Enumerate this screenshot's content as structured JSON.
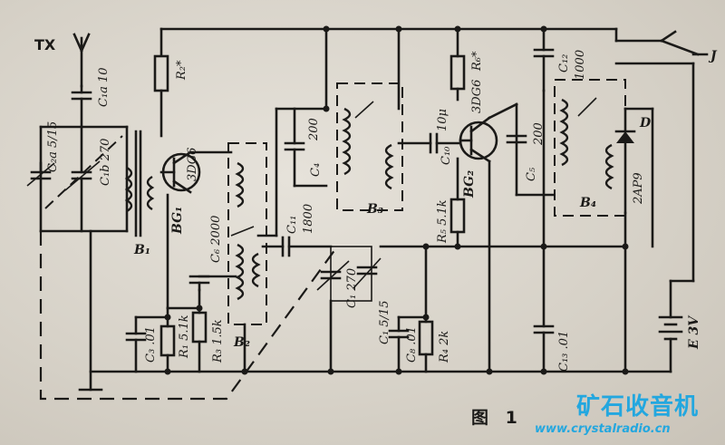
{
  "figure": {
    "caption": "图 1",
    "watermark_title": "矿石收音机",
    "watermark_url": "www.crystalradio.cn"
  },
  "labels": {
    "antenna": "TX",
    "c1a": "C₁a 10",
    "c1b": "C₁b 270",
    "c2a": "C₂a 5/15",
    "b1": "B₁",
    "bg1": "BG₁",
    "bg1_type": "3DG6",
    "r2": "R₂*",
    "c3": "C₃ .01",
    "r1": "R₁ 5.1k",
    "r3": "R₃ 1.5k",
    "c6": "C₆ 2000",
    "b2": "B₂",
    "c11": "C₁₁",
    "c11_val": "1800",
    "c4": "C₄",
    "c4_val": "200",
    "b3": "B₃",
    "c1l": "C₁ 270",
    "c15": "C₁ 5/15",
    "c8": "C₈ .01",
    "r4": "R₄ 2k",
    "c10": "C₁₀",
    "c10_val": "10μ",
    "r5": "R₅ 5.1k",
    "bg2": "BG₂",
    "bg2_type": "3DG6",
    "r6": "R₆*",
    "c5": "C₅",
    "c5_val": "200",
    "b4": "B₄",
    "c12": "C₁₂",
    "c12_val": "1000",
    "diode": "D",
    "diode_type": "2AP9",
    "c13": "C₁₃ .01",
    "battery": "E 3V",
    "jack": "J"
  }
}
